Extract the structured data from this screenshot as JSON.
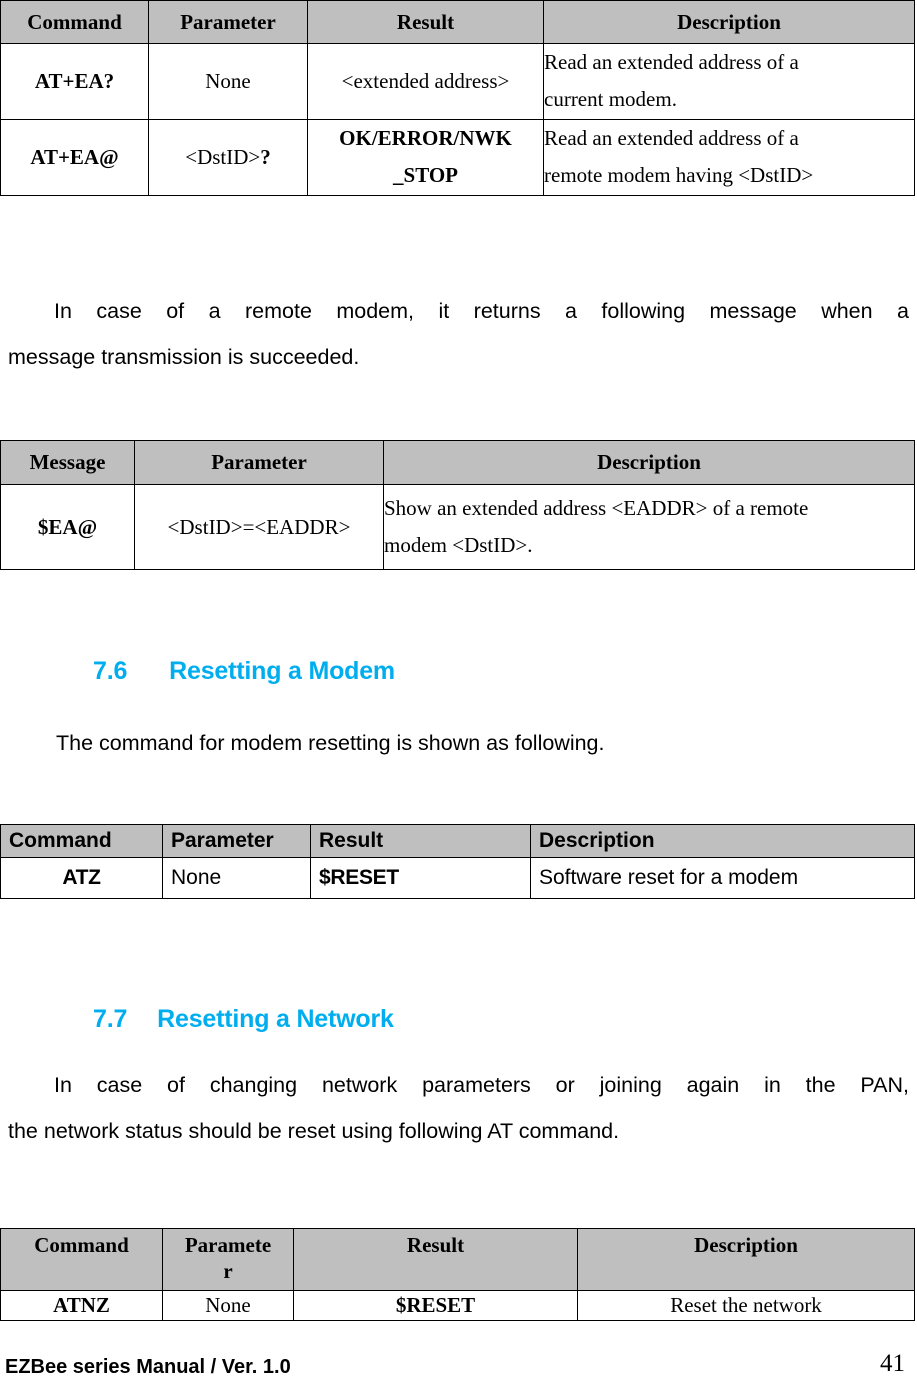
{
  "document": {
    "footer_title": "EZBee series Manual / Ver. 1.0",
    "page_number": "41"
  },
  "colors": {
    "heading_blue": "#00AEEF",
    "table_header_gray": "#BFBFBF",
    "text_black": "#000000"
  },
  "table_ea": {
    "headers": [
      "Command",
      "Parameter",
      "Result",
      "Description"
    ],
    "rows": [
      {
        "command": "AT+EA?",
        "parameter": "None",
        "result": "<extended address>",
        "description_line1": "Read an extended address of a",
        "description_line2": " current modem."
      },
      {
        "command": "AT+EA@",
        "parameter_prefix": "<DstID>",
        "parameter_suffix": "?",
        "result_line1": "OK/ERROR/NWK",
        "result_line2": "_STOP",
        "description_line1": "Read an extended address of a",
        "description_line2": "remote modem having <DstID>"
      }
    ]
  },
  "paragraph_remote": {
    "line1": "In case of a remote modem, it returns a following message when a",
    "line2": "message transmission is succeeded."
  },
  "table_msg": {
    "headers": [
      "Message",
      "Parameter",
      "Description"
    ],
    "rows": [
      {
        "message": "$EA@",
        "parameter": "<DstID>=<EADDR>",
        "description_line1": "Show an extended address <EADDR> of a remote",
        "description_line2": "modem <DstID>."
      }
    ]
  },
  "section_7_6": {
    "number": "7.6",
    "title": "Resetting a Modem",
    "paragraph": "The command for modem resetting is shown as following."
  },
  "table_atz": {
    "headers": [
      "Command",
      "Parameter",
      "Result",
      "Description"
    ],
    "rows": [
      {
        "command": "ATZ",
        "parameter": "None",
        "result": "$RESET",
        "description": "Software reset for a modem"
      }
    ]
  },
  "section_7_7": {
    "number": "7.7",
    "title": "Resetting a Network",
    "paragraph_line1": "In case of changing network parameters or joining again in the PAN,",
    "paragraph_line2": "the network status should be reset using following AT command."
  },
  "table_atnz": {
    "headers": [
      "Command",
      "Paramete\nr",
      "Result",
      "Description"
    ],
    "header_parameter_line1": "Paramete",
    "header_parameter_line2": "r",
    "rows": [
      {
        "command": "ATNZ",
        "parameter": "None",
        "result": "$RESET",
        "description": "Reset the network"
      }
    ]
  }
}
